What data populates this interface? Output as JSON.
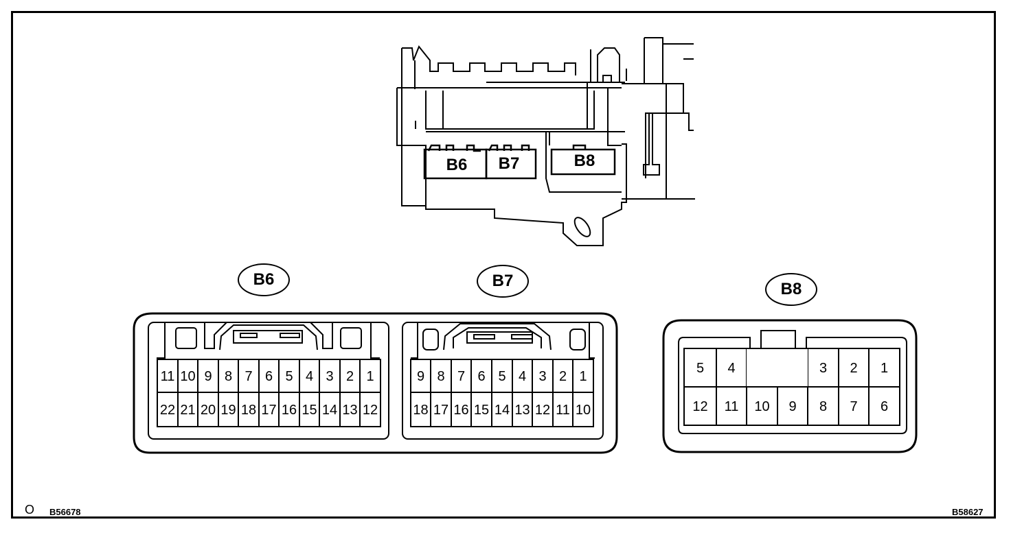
{
  "connector_labels": {
    "b6": "B6",
    "b7": "B7",
    "b8": "B8"
  },
  "pins": {
    "b6_top": [
      "11",
      "10",
      "9",
      "8",
      "7",
      "6",
      "5",
      "4",
      "3",
      "2",
      "1"
    ],
    "b6_bottom": [
      "22",
      "21",
      "20",
      "19",
      "18",
      "17",
      "16",
      "15",
      "14",
      "13",
      "12"
    ],
    "b7_top": [
      "9",
      "8",
      "7",
      "6",
      "5",
      "4",
      "3",
      "2",
      "1"
    ],
    "b7_bottom": [
      "18",
      "17",
      "16",
      "15",
      "14",
      "13",
      "12",
      "11",
      "10"
    ],
    "b8_top_left": [
      "5",
      "4"
    ],
    "b8_top_right": [
      "3",
      "2",
      "1"
    ],
    "b8_bottom": [
      "12",
      "11",
      "10",
      "9",
      "8",
      "7",
      "6"
    ]
  },
  "footer": {
    "marker": "O",
    "left_code": "B56678",
    "right_code": "B58627"
  }
}
